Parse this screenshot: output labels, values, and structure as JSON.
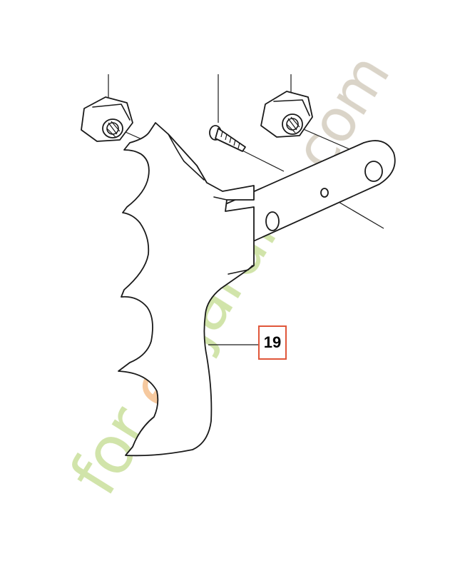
{
  "callout": {
    "label": "19",
    "border_color": "#e0563a"
  },
  "watermark": {
    "text": "foretjardin.com",
    "colors": {
      "letters": "#cfe3a6",
      "accent": "#f6c79a",
      "domain": "#d9d2c6"
    }
  },
  "parts": [
    {
      "name": "hex-nut-left"
    },
    {
      "name": "screw"
    },
    {
      "name": "hex-nut-right"
    },
    {
      "name": "bumper-spike",
      "ref": "19"
    },
    {
      "name": "mounting-plate"
    }
  ]
}
